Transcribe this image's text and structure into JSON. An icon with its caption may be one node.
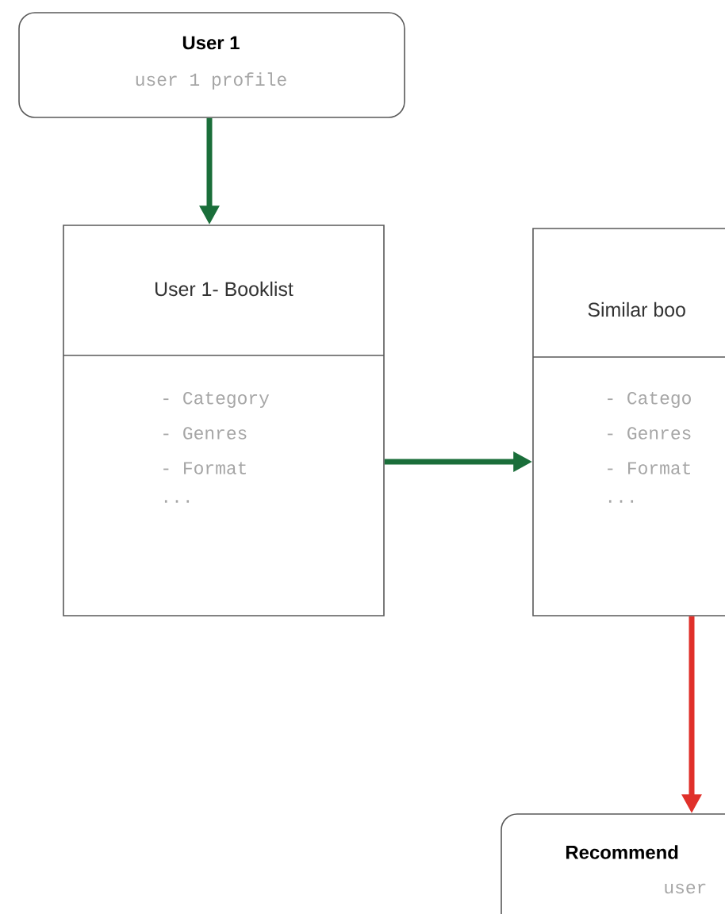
{
  "diagram": {
    "nodes": [
      {
        "text": [
          "User 1",
          "user 1 profile"
        ]
      },
      {
        "text": [
          "User 1- Booklist",
          "- Category",
          "- Genres",
          "- Format",
          "..."
        ]
      },
      {
        "text": [
          "Similar boo",
          "- Catego",
          "- Genres",
          "- Format",
          "..."
        ]
      },
      {
        "text": [
          "Recommend",
          "user"
        ]
      }
    ],
    "edges": [
      {
        "from": 0,
        "to": 1,
        "arrow": "to"
      },
      {
        "from": 1,
        "to": 2,
        "arrow": "to"
      },
      {
        "from": 2,
        "to": 3,
        "arrow": "to",
        "color": "#e0302a"
      }
    ]
  }
}
